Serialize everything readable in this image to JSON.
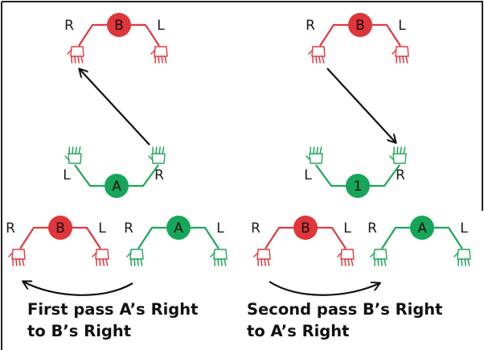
{
  "colors": {
    "red": "#e03a3f",
    "red_node": "#e0353b",
    "green": "#20a65a",
    "green_node": "#17a55a",
    "arrow": "#111111",
    "frame": "#222222"
  },
  "figures": [
    {
      "id": "top-left-b",
      "color": "red",
      "node": "B",
      "left_side": "R",
      "right_side": "L",
      "orientation": "up"
    },
    {
      "id": "mid-left-a",
      "color": "green",
      "node": "A",
      "left_side": "L",
      "right_side": "R",
      "orientation": "down"
    },
    {
      "id": "top-right-b",
      "color": "red",
      "node": "B",
      "left_side": "R",
      "right_side": "L",
      "orientation": "up"
    },
    {
      "id": "mid-right-1",
      "color": "green",
      "node": "1",
      "left_side": "L",
      "right_side": "R",
      "orientation": "down"
    },
    {
      "id": "bottom-left-b",
      "color": "red",
      "node": "B",
      "left_side": "R",
      "right_side": "L",
      "orientation": "up"
    },
    {
      "id": "bottom-left-a",
      "color": "green",
      "node": "A",
      "left_side": "R",
      "right_side": "L",
      "orientation": "up"
    },
    {
      "id": "bottom-right-b",
      "color": "red",
      "node": "B",
      "left_side": "R",
      "right_side": "L",
      "orientation": "up"
    },
    {
      "id": "bottom-right-a",
      "color": "green",
      "node": "A",
      "left_side": "R",
      "right_side": "L",
      "orientation": "up"
    }
  ],
  "captions": {
    "first_pass": "First pass A’s Right",
    "first_pass_target": "to B’s Right",
    "second_pass": "Second pass B’s Right",
    "second_pass_target": "to A’s Right"
  },
  "icons": {
    "hand": "hand-icon",
    "arrow": "arrow-icon"
  }
}
